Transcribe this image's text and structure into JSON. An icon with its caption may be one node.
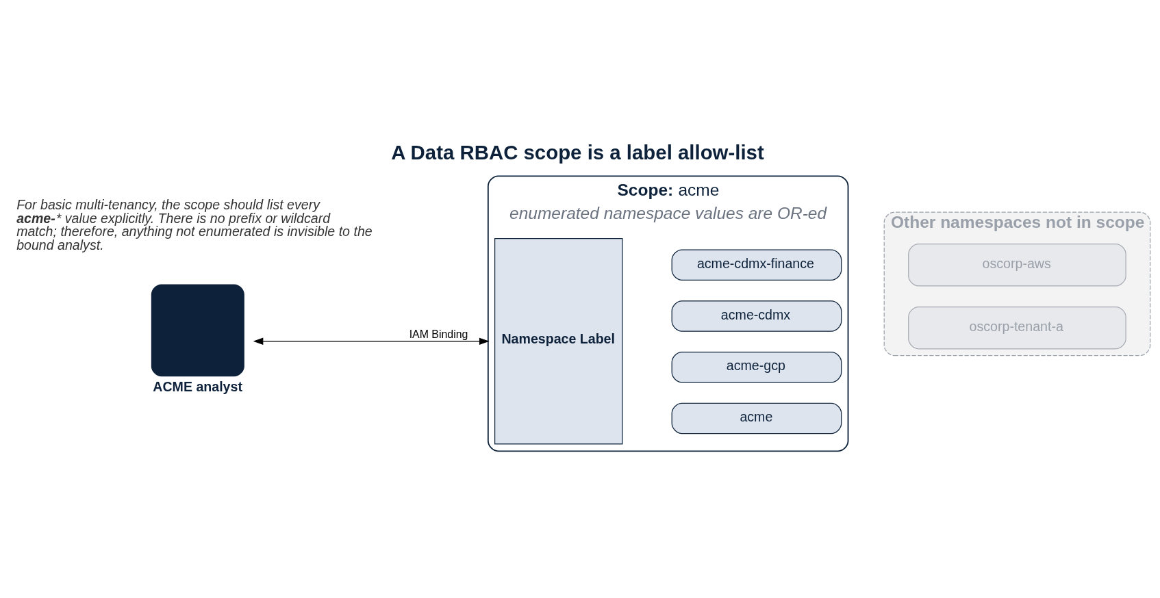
{
  "diagram": {
    "title": "A Data RBAC scope is a label allow-list",
    "caption": "For basic multi-tenancy, the scope should list every **acme-*** value explicitly. There is no prefix or wildcard match; therefore, anything not enumerated is invisible to the bound analyst.",
    "nodes": [
      {
        "text": [
          "ACME analyst"
        ]
      },
      {
        "text": [
          "**Scope:** acme",
          "enumerated namespace values are OR-ed"
        ]
      },
      {
        "text": [
          "Namespace Label"
        ],
        "in": 1
      },
      {
        "text": [
          "acme"
        ],
        "in": 1
      },
      {
        "text": [
          "acme-gcp"
        ],
        "in": 1
      },
      {
        "text": [
          "acme-cdmx"
        ],
        "in": 1
      },
      {
        "text": [
          "acme-cdmx-finance"
        ],
        "in": 1
      },
      {
        "text": [
          "Other namespaces not in scope"
        ]
      },
      {
        "text": [
          "oscorp-aws"
        ],
        "in": 7
      },
      {
        "text": [
          "oscorp-tenant-a"
        ],
        "in": 7
      }
    ],
    "edges": [
      {
        "from": 0,
        "to": 1,
        "label": "IAM Binding",
        "arrow": "both"
      }
    ]
  }
}
